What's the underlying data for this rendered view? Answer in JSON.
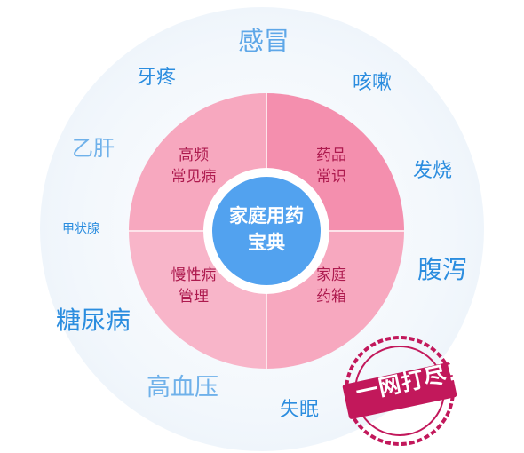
{
  "colors": {
    "ring_background": "#eaf2fa",
    "quadrant_pink": "#f7a8bf",
    "quadrant_pink_dark": "#f48fae",
    "quadrant_text": "#ad1a4e",
    "center_blue": "#52a2ef",
    "tag_blue": "#2b8ddf",
    "tag_light_blue": "#6fb1ea",
    "stamp_red": "#c2185b"
  },
  "center": {
    "line1": "家庭用药",
    "line2": "宝典"
  },
  "quadrants": [
    {
      "line1": "高频",
      "line2": "常见病"
    },
    {
      "line1": "药品",
      "line2": "常识"
    },
    {
      "line1": "慢性病",
      "line2": "管理"
    },
    {
      "line1": "家庭",
      "line2": "药箱"
    }
  ],
  "tags": {
    "ganmao": "感冒",
    "yateng": "牙疼",
    "kesou": "咳嗽",
    "yigan": "乙肝",
    "fashao": "发烧",
    "jiazhuangxian": "甲状腺",
    "fuxie": "腹泻",
    "tangniaobing": "糖尿病",
    "gaoxueya": "高血压",
    "shimian": "失眠"
  },
  "stamp": {
    "text": "一网打尽!",
    "icon": "stamp-seal"
  }
}
